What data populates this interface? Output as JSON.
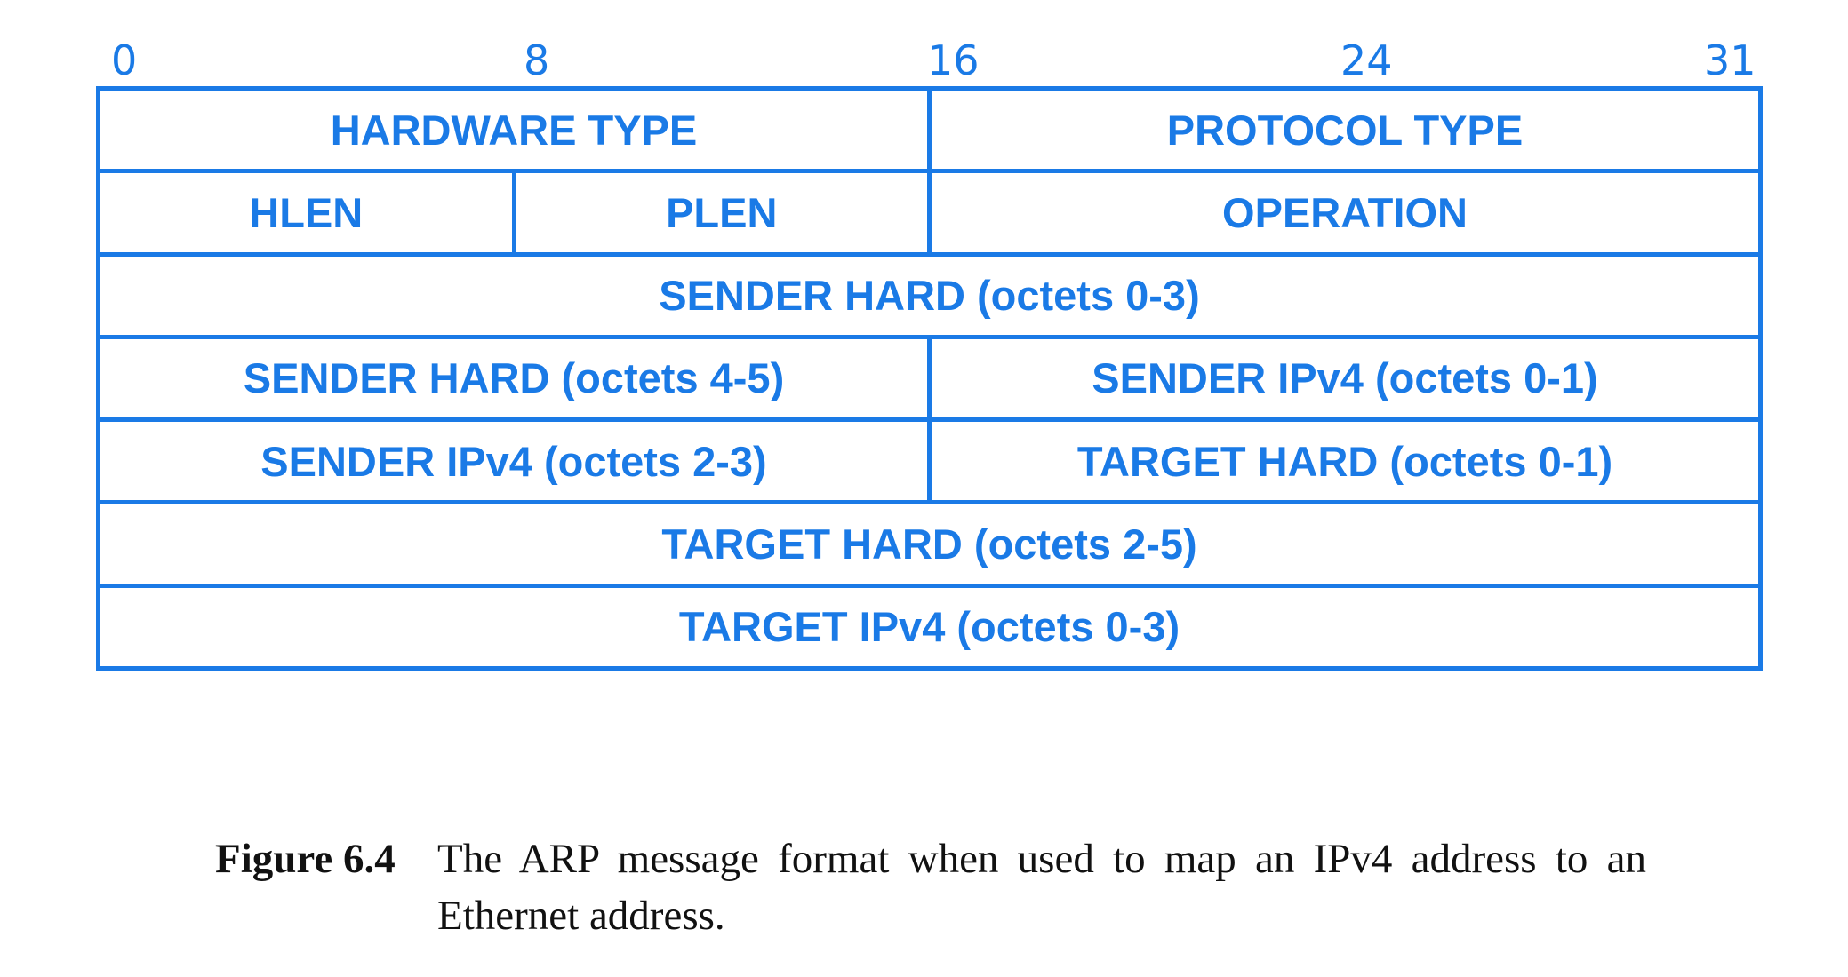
{
  "bit_positions": [
    "0",
    "8",
    "16",
    "24",
    "31"
  ],
  "fields": {
    "hardware_type": "HARDWARE TYPE",
    "protocol_type": "PROTOCOL TYPE",
    "hlen": "HLEN",
    "plen": "PLEN",
    "operation": "OPERATION",
    "sender_hard_0_3": "SENDER HARD (octets 0-3)",
    "sender_hard_4_5": "SENDER HARD (octets 4-5)",
    "sender_ipv4_0_1": "SENDER IPv4 (octets 0-1)",
    "sender_ipv4_2_3": "SENDER IPv4 (octets 2-3)",
    "target_hard_0_1": "TARGET HARD (octets 0-1)",
    "target_hard_2_5": "TARGET HARD (octets 2-5)",
    "target_ipv4_0_3": "TARGET IPv4 (octets 0-3)"
  },
  "caption": {
    "label": "Figure 6.4",
    "text": "The ARP message format when used to map an IPv4 address to an Ethernet address."
  },
  "colors": {
    "diagram": "#1a7ae6",
    "caption": "#111111"
  }
}
